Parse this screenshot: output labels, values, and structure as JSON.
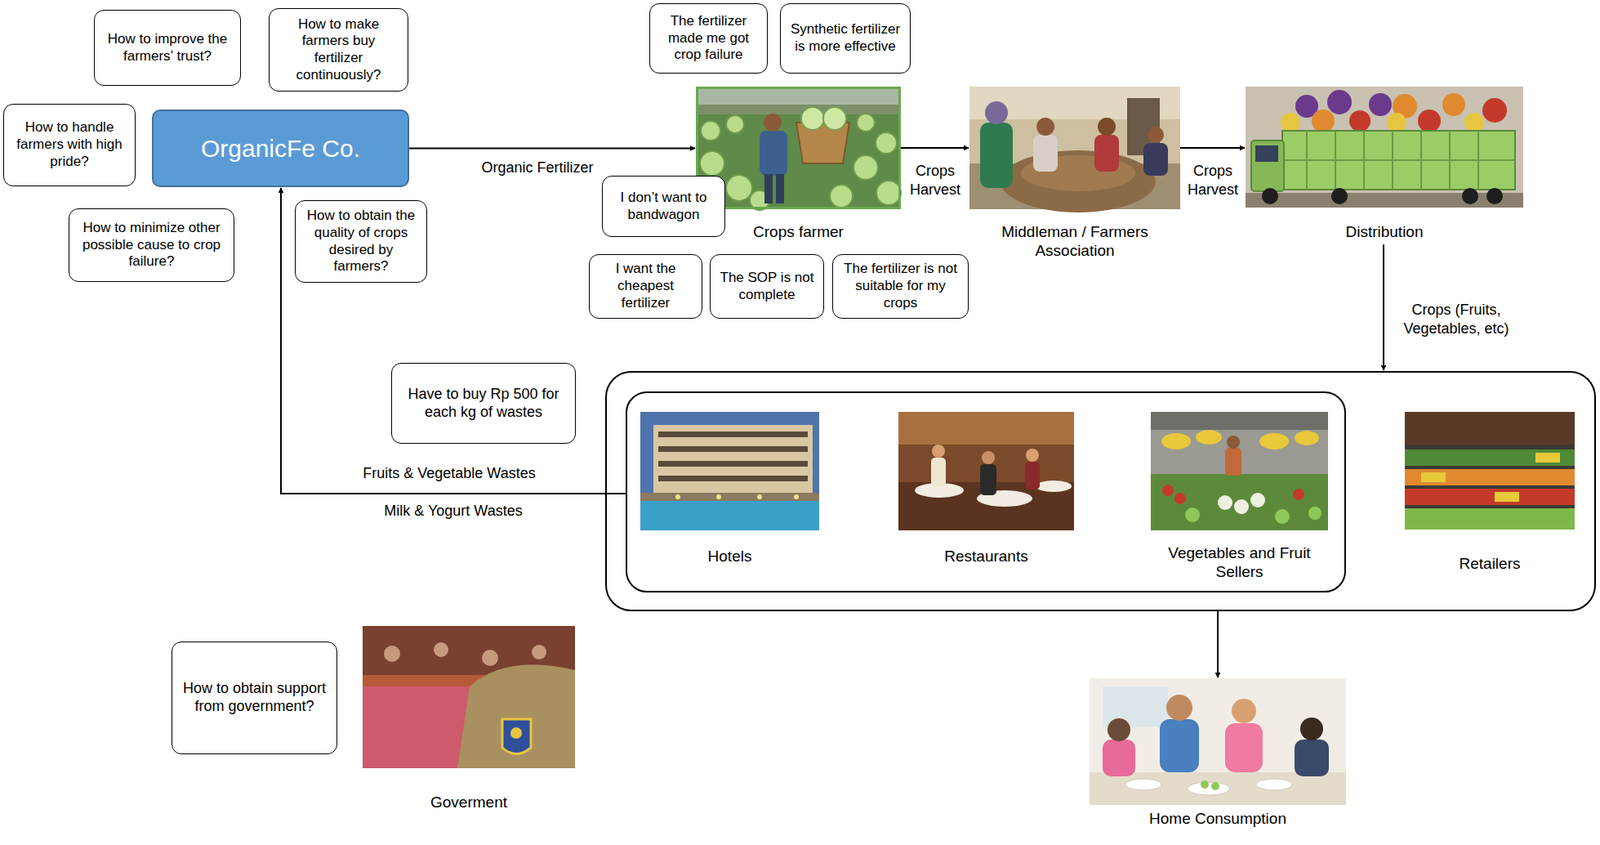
{
  "diagram": {
    "nodes": [
      {
        "text": [
          "How to improve the farmers’ trust?"
        ]
      },
      {
        "text": [
          "How to make farmers buy fertilizer continuously?"
        ]
      },
      {
        "text": [
          "How to handle farmers with high pride?"
        ]
      },
      {
        "text": [
          "OrganicFe Co."
        ]
      },
      {
        "text": [
          "How to minimize other possible cause to crop failure?"
        ]
      },
      {
        "text": [
          "How to obtain the quality of crops desired by farmers?"
        ]
      },
      {
        "text": [
          "The fertilizer made me got crop failure"
        ]
      },
      {
        "text": [
          "Synthetic fertilizer is more effective"
        ]
      },
      {
        "text": [
          "Crops farmer"
        ]
      },
      {
        "text": [
          "I don’t want to bandwagon"
        ]
      },
      {
        "text": [
          "Middleman / Farmers Association"
        ]
      },
      {
        "text": [
          "Distribution"
        ]
      },
      {
        "text": [
          "I want the cheapest fertilizer"
        ]
      },
      {
        "text": [
          "The SOP is not complete"
        ]
      },
      {
        "text": [
          "The fertilizer is not suitable for my crops"
        ]
      },
      {
        "text": [
          "Have to buy Rp 500 for each kg of wastes"
        ]
      },
      {
        "text": []
      },
      {
        "text": [],
        "in": 16
      },
      {
        "text": [
          "Hotels"
        ],
        "in": 17
      },
      {
        "text": [
          "Restaurants"
        ],
        "in": 17
      },
      {
        "text": [
          "Vegetables and Fruit Sellers"
        ],
        "in": 17
      },
      {
        "text": [
          "Retailers"
        ],
        "in": 16
      },
      {
        "text": [
          "How to obtain support from government?"
        ]
      },
      {
        "text": [
          "Goverment"
        ]
      },
      {
        "text": [
          "Home Consumption"
        ]
      }
    ],
    "edges": [
      {
        "from": 3,
        "to": 8,
        "label": "Organic Fertilizer",
        "arrow": "to"
      },
      {
        "from": 8,
        "to": 10,
        "label": "Crops Harvest",
        "arrow": "to"
      },
      {
        "from": 10,
        "to": 11,
        "label": "Crops Harvest",
        "arrow": "to"
      },
      {
        "from": 11,
        "to": 16,
        "label": "Crops (Fruits, Vegetables, etc)",
        "arrow": "to"
      },
      {
        "from": 17,
        "to": 3,
        "label": "Fruits & Vegetable Wastes",
        "arrow": "to"
      },
      {
        "from": 16,
        "to": 24,
        "arrow": "to"
      }
    ],
    "labels": [
      "Milk & Yogurt Wastes"
    ]
  }
}
